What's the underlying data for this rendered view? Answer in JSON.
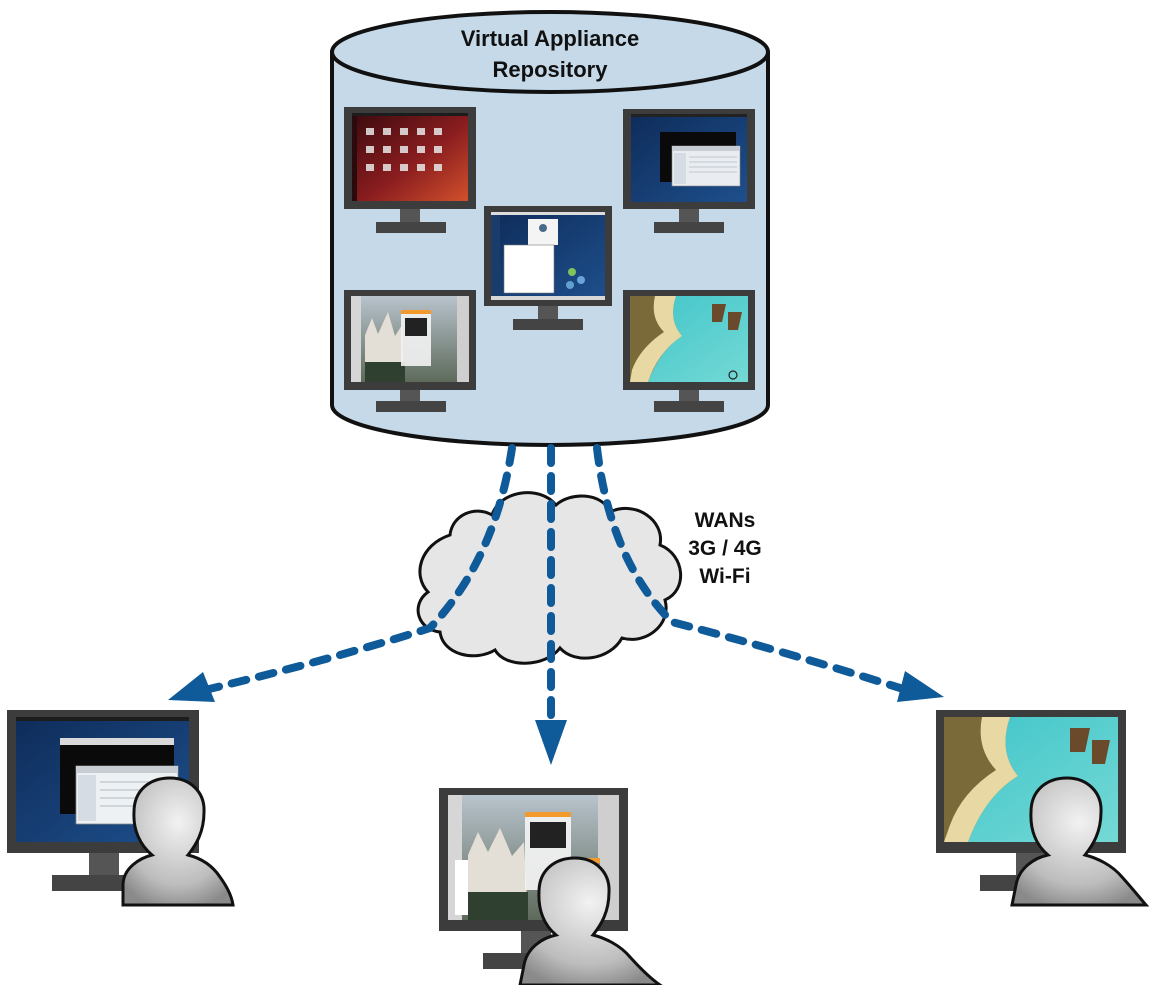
{
  "repository": {
    "title_line1": "Virtual Appliance",
    "title_line2": "Repository"
  },
  "network": {
    "line1": "WANs",
    "line2": "3G / 4G",
    "line3": "Wi-Fi"
  },
  "colors": {
    "cylinder_fill": "#c5d9e8",
    "arrow": "#0f5a99",
    "cloud_fill": "#e6e6e6",
    "monitor_frame": "#3c3c3c"
  },
  "appliances": [
    {
      "name": "ubuntu-desktop-screen"
    },
    {
      "name": "gnome-file-manager-screen"
    },
    {
      "name": "opensuse-desktop-screen"
    },
    {
      "name": "photo-editor-screen"
    },
    {
      "name": "strategy-game-screen"
    }
  ],
  "clients": [
    {
      "name": "client-left",
      "screen": "gnome-file-manager-screen"
    },
    {
      "name": "client-center",
      "screen": "photo-editor-screen"
    },
    {
      "name": "client-right",
      "screen": "strategy-game-screen"
    }
  ]
}
